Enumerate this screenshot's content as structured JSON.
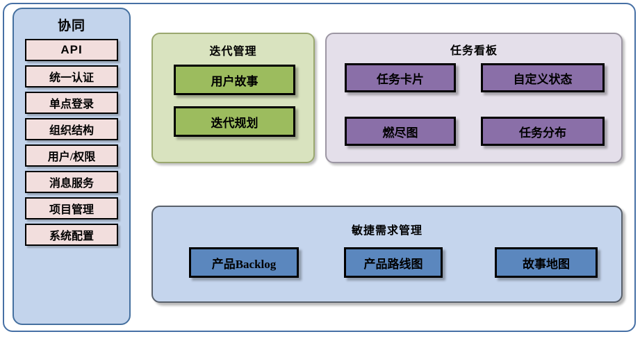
{
  "diagram": {
    "sidebar": {
      "title": "协同",
      "items": [
        {
          "label": "API",
          "style": "sans"
        },
        {
          "label": "统一认证",
          "style": "serif"
        },
        {
          "label": "单点登录",
          "style": "serif"
        },
        {
          "label": "组织结构",
          "style": "serif"
        },
        {
          "label": "用户/权限",
          "style": "serif"
        },
        {
          "label": "消息服务",
          "style": "serif"
        },
        {
          "label": "项目管理",
          "style": "serif"
        },
        {
          "label": "系统配置",
          "style": "serif"
        }
      ],
      "colors": {
        "panel_fill": "#c3d4ec",
        "panel_border": "#45709f",
        "item_fill": "#f2dedd",
        "item_border": "#000000"
      }
    },
    "panels": [
      {
        "id": "iteration",
        "title": "迭代管理",
        "colors": {
          "fill": "#d9e3bf",
          "border": "#9aa86f",
          "card_fill": "#9cbc5e"
        },
        "cards": [
          {
            "label": "用户故事"
          },
          {
            "label": "迭代规划"
          }
        ]
      },
      {
        "id": "taskboard",
        "title": "任务看板",
        "colors": {
          "fill": "#e4dfea",
          "border": "#9c96a3",
          "card_fill": "#8a6fa8"
        },
        "cards": [
          {
            "label": "任务卡片"
          },
          {
            "label": "自定义状态"
          },
          {
            "label": "燃尽图"
          },
          {
            "label": "任务分布"
          }
        ]
      },
      {
        "id": "agile",
        "title": "敏捷需求管理",
        "colors": {
          "fill": "#c5d5ed",
          "border": "#58606b",
          "card_fill": "#5b87be"
        },
        "cards": [
          {
            "label": "产品Backlog"
          },
          {
            "label": "产品路线图"
          },
          {
            "label": "故事地图"
          }
        ]
      }
    ],
    "frame": {
      "border_color": "#4670a5"
    }
  }
}
